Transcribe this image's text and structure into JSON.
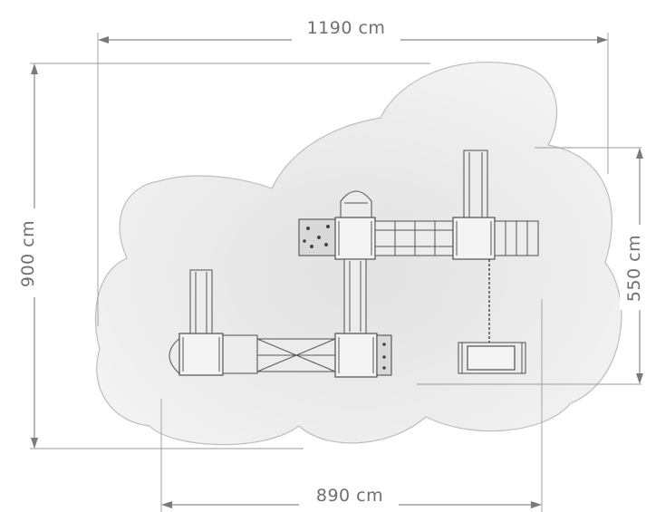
{
  "dimensions": {
    "width_total": "1190 cm",
    "height_total": "900 cm",
    "width_equipment": "890 cm",
    "height_right": "550 cm"
  },
  "colors": {
    "zone_fill": "#ececec",
    "zone_edge": "#bdbdbd",
    "line": "#8a8a8a",
    "text": "#6f6f6f"
  }
}
